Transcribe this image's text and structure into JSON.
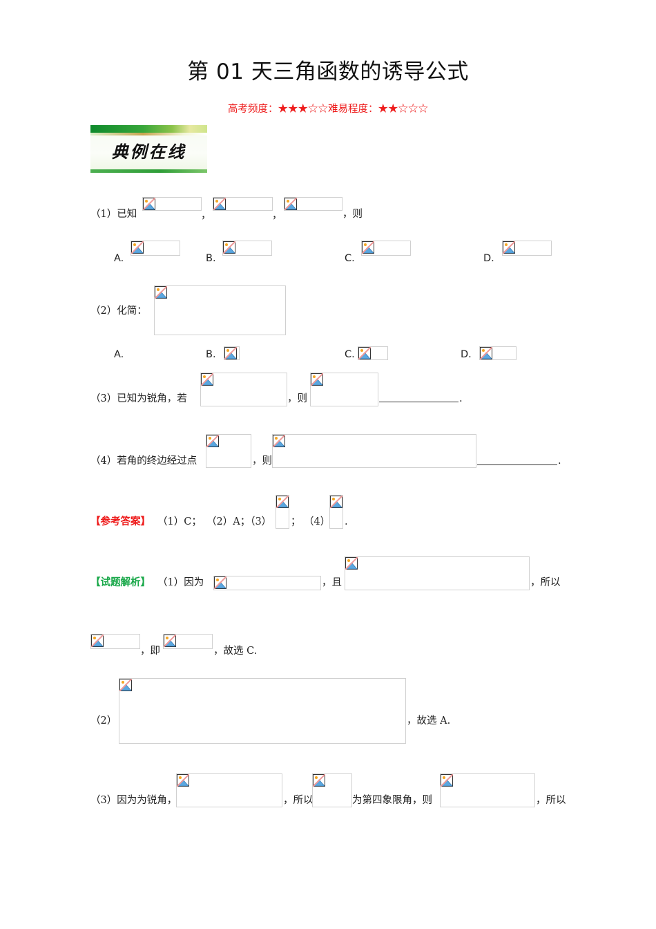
{
  "page": {
    "title": "第 01 天三角函数的诱导公式",
    "meta_line": "高考频度：★★★☆☆难易程度：★★☆☆☆",
    "section_banner": "典例在线"
  },
  "colors": {
    "meta_red": "#ee1c1c",
    "answer_red": "#ee1c1c",
    "analysis_green": "#1aa84a",
    "banner_green": "#0e8a2c"
  },
  "icons": {
    "broken_image": "broken-image-icon"
  },
  "questions": {
    "q1": {
      "prefix": "（1）已知",
      "sep1": "，",
      "sep2": "，",
      "suffix": "，则",
      "options": [
        "A.",
        "B.",
        "C.",
        "D."
      ]
    },
    "q2": {
      "prefix": "（2）化简：",
      "options": [
        "A.",
        "B.",
        "C.",
        "D."
      ]
    },
    "q3": {
      "prefix": "（3）已知为锐角，若",
      "mid": "，则",
      "end": "."
    },
    "q4": {
      "prefix": "（4）若角的终边经过点",
      "mid": "，则",
      "end": "."
    }
  },
  "answer": {
    "label": "【参考答案】",
    "part1": "（1）C；",
    "part2": "（2）A；（3）",
    "sep": "；",
    "part4": "（4）",
    "end": "."
  },
  "analysis": {
    "label": "【试题解析】",
    "p1_prefix": "（1）因为",
    "p1_mid": "，且",
    "p1_suffix": "，所以",
    "p1_line2_mid": "，即",
    "p1_line2_end": "，故选 C.",
    "p2_prefix": "（2）",
    "p2_end": "，故选 A.",
    "p3_prefix": "（3）因为为锐角，",
    "p3_mid1": "，所以",
    "p3_mid2": "为第四象限角，则",
    "p3_end": "，所以"
  }
}
